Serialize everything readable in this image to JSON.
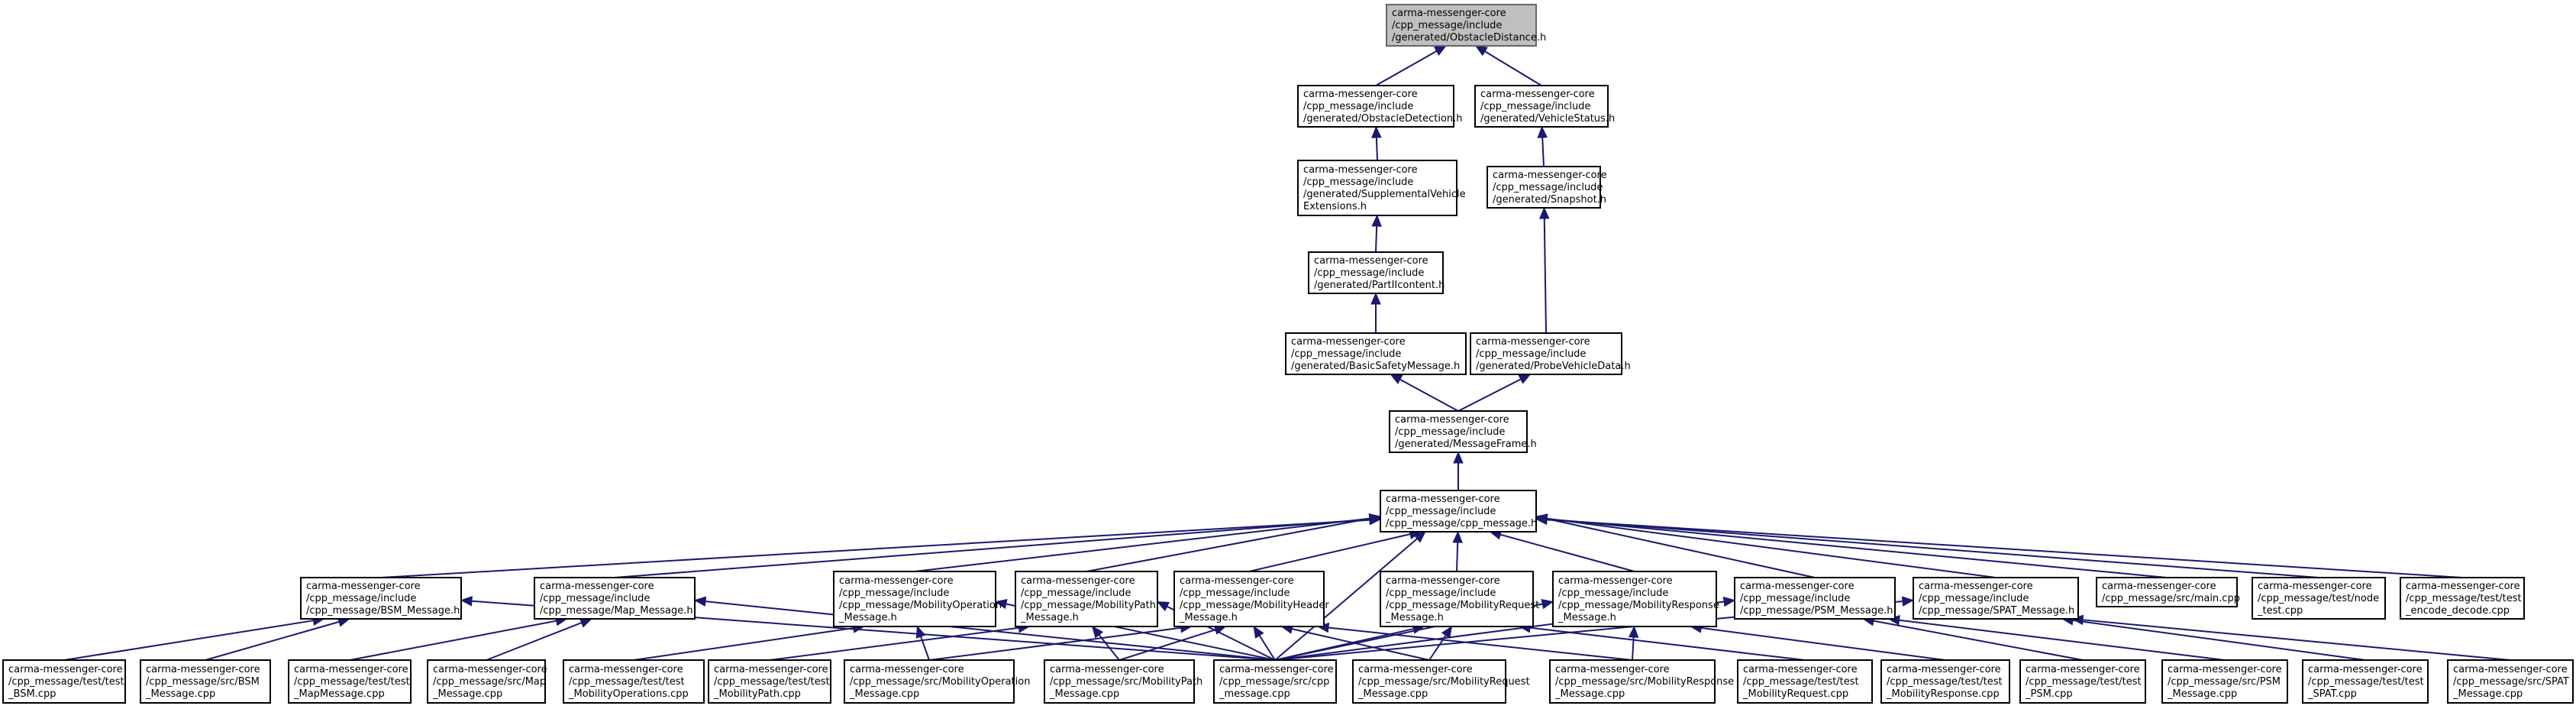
{
  "nodes": [
    {
      "id": "root",
      "lines": [
        "carma-messenger-core",
        "/cpp_message/include",
        "/generated/ObstacleDistance.h"
      ]
    },
    {
      "id": "obsdet",
      "lines": [
        "carma-messenger-core",
        "/cpp_message/include",
        "/generated/ObstacleDetection.h"
      ]
    },
    {
      "id": "vehstat",
      "lines": [
        "carma-messenger-core",
        "/cpp_message/include",
        "/generated/VehicleStatus.h"
      ]
    },
    {
      "id": "suppl",
      "lines": [
        "carma-messenger-core",
        "/cpp_message/include",
        "/generated/SupplementalVehicle",
        "Extensions.h"
      ]
    },
    {
      "id": "snapshot",
      "lines": [
        "carma-messenger-core",
        "/cpp_message/include",
        "/generated/Snapshot.h"
      ]
    },
    {
      "id": "partii",
      "lines": [
        "carma-messenger-core",
        "/cpp_message/include",
        "/generated/PartIIcontent.h"
      ]
    },
    {
      "id": "bsm_h",
      "lines": [
        "carma-messenger-core",
        "/cpp_message/include",
        "/generated/BasicSafetyMessage.h"
      ]
    },
    {
      "id": "probe",
      "lines": [
        "carma-messenger-core",
        "/cpp_message/include",
        "/generated/ProbeVehicleData.h"
      ]
    },
    {
      "id": "msgframe",
      "lines": [
        "carma-messenger-core",
        "/cpp_message/include",
        "/generated/MessageFrame.h"
      ]
    },
    {
      "id": "cppmsg",
      "lines": [
        "carma-messenger-core",
        "/cpp_message/include",
        "/cpp_message/cpp_message.h"
      ]
    },
    {
      "id": "bsmmsg",
      "lines": [
        "carma-messenger-core",
        "/cpp_message/include",
        "/cpp_message/BSM_Message.h"
      ]
    },
    {
      "id": "mapmsg",
      "lines": [
        "carma-messenger-core",
        "/cpp_message/include",
        "/cpp_message/Map_Message.h"
      ]
    },
    {
      "id": "mobop",
      "lines": [
        "carma-messenger-core",
        "/cpp_message/include",
        "/cpp_message/MobilityOperation",
        "_Message.h"
      ]
    },
    {
      "id": "mobpath",
      "lines": [
        "carma-messenger-core",
        "/cpp_message/include",
        "/cpp_message/MobilityPath",
        "_Message.h"
      ]
    },
    {
      "id": "mobhdr",
      "lines": [
        "carma-messenger-core",
        "/cpp_message/include",
        "/cpp_message/MobilityHeader",
        "_Message.h"
      ]
    },
    {
      "id": "mobreq",
      "lines": [
        "carma-messenger-core",
        "/cpp_message/include",
        "/cpp_message/MobilityRequest",
        "_Message.h"
      ]
    },
    {
      "id": "mobresp",
      "lines": [
        "carma-messenger-core",
        "/cpp_message/include",
        "/cpp_message/MobilityResponse",
        "_Message.h"
      ]
    },
    {
      "id": "psmmsg",
      "lines": [
        "carma-messenger-core",
        "/cpp_message/include",
        "/cpp_message/PSM_Message.h"
      ]
    },
    {
      "id": "spatmsg",
      "lines": [
        "carma-messenger-core",
        "/cpp_message/include",
        "/cpp_message/SPAT_Message.h"
      ]
    },
    {
      "id": "main",
      "lines": [
        "carma-messenger-core",
        "/cpp_message/src/main.cpp"
      ]
    },
    {
      "id": "nodetest",
      "lines": [
        "carma-messenger-core",
        "/cpp_message/test/node",
        "_test.cpp"
      ]
    },
    {
      "id": "encdec",
      "lines": [
        "carma-messenger-core",
        "/cpp_message/test/test",
        "_encode_decode.cpp"
      ]
    },
    {
      "id": "t_bsm",
      "lines": [
        "carma-messenger-core",
        "/cpp_message/test/test",
        "_BSM.cpp"
      ]
    },
    {
      "id": "s_bsm",
      "lines": [
        "carma-messenger-core",
        "/cpp_message/src/BSM",
        "_Message.cpp"
      ]
    },
    {
      "id": "t_map",
      "lines": [
        "carma-messenger-core",
        "/cpp_message/test/test",
        "_MapMessage.cpp"
      ]
    },
    {
      "id": "s_map",
      "lines": [
        "carma-messenger-core",
        "/cpp_message/src/Map",
        "_Message.cpp"
      ]
    },
    {
      "id": "t_mobops",
      "lines": [
        "carma-messenger-core",
        "/cpp_message/test/test",
        "_MobilityOperations.cpp"
      ]
    },
    {
      "id": "t_mobpath",
      "lines": [
        "carma-messenger-core",
        "/cpp_message/test/test",
        "_MobilityPath.cpp"
      ]
    },
    {
      "id": "s_mobop",
      "lines": [
        "carma-messenger-core",
        "/cpp_message/src/MobilityOperation",
        "_Message.cpp"
      ]
    },
    {
      "id": "s_mobpath",
      "lines": [
        "carma-messenger-core",
        "/cpp_message/src/MobilityPath",
        "_Message.cpp"
      ]
    },
    {
      "id": "s_cpp",
      "lines": [
        "carma-messenger-core",
        "/cpp_message/src/cpp",
        "_message.cpp"
      ]
    },
    {
      "id": "s_mobreq",
      "lines": [
        "carma-messenger-core",
        "/cpp_message/src/MobilityRequest",
        "_Message.cpp"
      ]
    },
    {
      "id": "s_mobresp",
      "lines": [
        "carma-messenger-core",
        "/cpp_message/src/MobilityResponse",
        "_Message.cpp"
      ]
    },
    {
      "id": "t_mobreq",
      "lines": [
        "carma-messenger-core",
        "/cpp_message/test/test",
        "_MobilityRequest.cpp"
      ]
    },
    {
      "id": "t_mobresp",
      "lines": [
        "carma-messenger-core",
        "/cpp_message/test/test",
        "_MobilityResponse.cpp"
      ]
    },
    {
      "id": "t_psm",
      "lines": [
        "carma-messenger-core",
        "/cpp_message/test/test",
        "_PSM.cpp"
      ]
    },
    {
      "id": "s_psm",
      "lines": [
        "carma-messenger-core",
        "/cpp_message/src/PSM",
        "_Message.cpp"
      ]
    },
    {
      "id": "t_spat",
      "lines": [
        "carma-messenger-core",
        "/cpp_message/test/test",
        "_SPAT.cpp"
      ]
    },
    {
      "id": "s_spat",
      "lines": [
        "carma-messenger-core",
        "/cpp_message/src/SPAT",
        "_Message.cpp"
      ]
    }
  ],
  "edges": [
    [
      "obsdet",
      "root"
    ],
    [
      "vehstat",
      "root"
    ],
    [
      "suppl",
      "obsdet"
    ],
    [
      "snapshot",
      "vehstat"
    ],
    [
      "partii",
      "suppl"
    ],
    [
      "probe",
      "snapshot"
    ],
    [
      "bsm_h",
      "partii"
    ],
    [
      "msgframe",
      "bsm_h"
    ],
    [
      "msgframe",
      "probe"
    ],
    [
      "cppmsg",
      "msgframe"
    ],
    [
      "bsmmsg",
      "cppmsg"
    ],
    [
      "mapmsg",
      "cppmsg"
    ],
    [
      "mobop",
      "cppmsg"
    ],
    [
      "mobpath",
      "cppmsg"
    ],
    [
      "mobhdr",
      "cppmsg"
    ],
    [
      "mobreq",
      "cppmsg"
    ],
    [
      "mobresp",
      "cppmsg"
    ],
    [
      "psmmsg",
      "cppmsg"
    ],
    [
      "spatmsg",
      "cppmsg"
    ],
    [
      "main",
      "cppmsg"
    ],
    [
      "nodetest",
      "cppmsg"
    ],
    [
      "encdec",
      "cppmsg"
    ],
    [
      "s_cpp",
      "cppmsg"
    ],
    [
      "t_bsm",
      "bsmmsg"
    ],
    [
      "s_bsm",
      "bsmmsg"
    ],
    [
      "s_cpp",
      "bsmmsg"
    ],
    [
      "t_map",
      "mapmsg"
    ],
    [
      "s_map",
      "mapmsg"
    ],
    [
      "s_cpp",
      "mapmsg"
    ],
    [
      "t_mobops",
      "mobop"
    ],
    [
      "s_mobop",
      "mobop"
    ],
    [
      "s_cpp",
      "mobop"
    ],
    [
      "t_mobpath",
      "mobpath"
    ],
    [
      "s_mobpath",
      "mobpath"
    ],
    [
      "s_cpp",
      "mobpath"
    ],
    [
      "s_mobop",
      "mobhdr"
    ],
    [
      "s_mobpath",
      "mobhdr"
    ],
    [
      "s_mobreq",
      "mobhdr"
    ],
    [
      "s_mobresp",
      "mobhdr"
    ],
    [
      "s_cpp",
      "mobhdr"
    ],
    [
      "s_mobreq",
      "mobreq"
    ],
    [
      "t_mobreq",
      "mobreq"
    ],
    [
      "s_cpp",
      "mobreq"
    ],
    [
      "s_mobresp",
      "mobresp"
    ],
    [
      "t_mobresp",
      "mobresp"
    ],
    [
      "s_cpp",
      "mobresp"
    ],
    [
      "t_psm",
      "psmmsg"
    ],
    [
      "s_psm",
      "psmmsg"
    ],
    [
      "s_cpp",
      "psmmsg"
    ],
    [
      "t_spat",
      "spatmsg"
    ],
    [
      "s_spat",
      "spatmsg"
    ],
    [
      "s_cpp",
      "spatmsg"
    ]
  ]
}
